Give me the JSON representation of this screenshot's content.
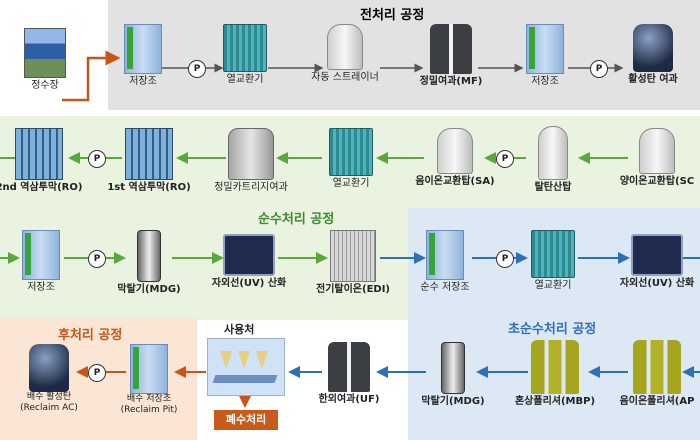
{
  "sections": {
    "pretreatment": "전처리 공정",
    "pure_water": "순수처리 공정",
    "ultra_pure": "초순수처리 공정",
    "post_treatment": "후처리 공정"
  },
  "pump_label": "P",
  "row1": {
    "water_plant": "정수장",
    "tank": "저장조",
    "heat_exchanger": "열교환기",
    "auto_strainer": "자동 스트레이너",
    "mf": "정밀여과(MF)",
    "tank2": "저장조",
    "activated_carbon": "활성탄 여과"
  },
  "row2": {
    "ro2": "2nd 역삼투막(RO)",
    "ro1": "1st 역삼투막(RO)",
    "cartridge": "정밀카트리지여과",
    "heat_exchanger": "열교환기",
    "sa": "음이온교환탑(SA)",
    "degas": "탈탄산탑",
    "sc": "양이온교환탑(SC"
  },
  "row3": {
    "tank": "저장조",
    "mdg": "막탈기(MDG)",
    "uv": "자외선(UV) 산화",
    "edi": "전기탈이온(EDI)",
    "pure_tank": "순수 저장조",
    "heat_exchanger": "열교환기",
    "uv2": "자외선(UV) 산화"
  },
  "row4": {
    "reclaim_ac_1": "배수 활성탄",
    "reclaim_ac_2": "(Reclaim AC)",
    "reclaim_pit_1": "배수 저장조",
    "reclaim_pit_2": "(Reclaim Pit)",
    "point_of_use": "사용처",
    "waste": "폐수처리",
    "uf": "한외여과(UF)",
    "mdg": "막탈기(MDG)",
    "mbp": "혼상폴리셔(MBP)",
    "ap": "음이온폴리셔(AP"
  },
  "colors": {
    "pretreatment_title": "#333333",
    "pure_title": "#3d8c2f",
    "ultra_title": "#2f6fb5",
    "post_title": "#c8541a",
    "arrow_green": "#5aa83c",
    "arrow_blue": "#2f6fb5",
    "arrow_orange": "#c8541a"
  }
}
